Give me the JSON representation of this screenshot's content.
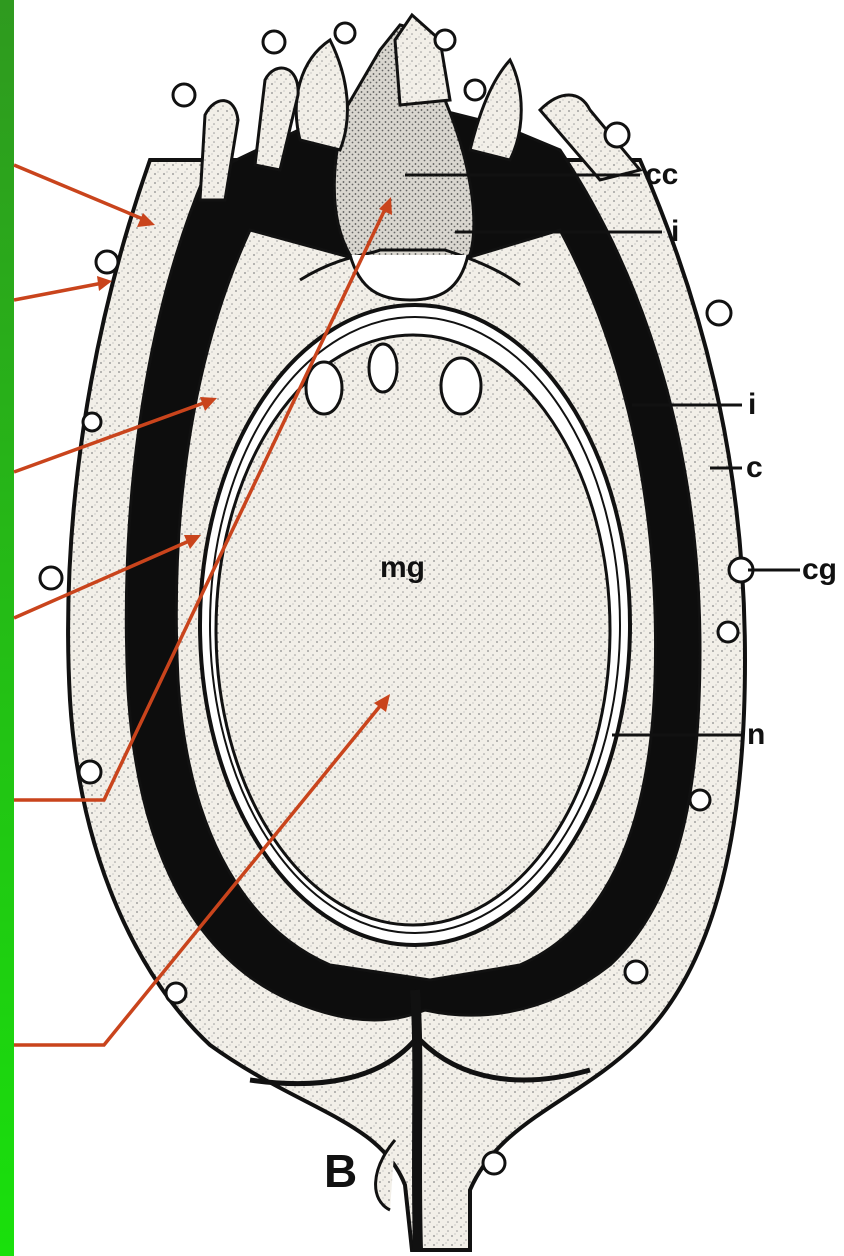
{
  "labels": {
    "cc": "cc",
    "i_inner": "i",
    "i_outer": "i",
    "c": "c",
    "cg": "cg",
    "n": "n",
    "mg": "mg",
    "panel": "B"
  },
  "colors": {
    "accent_bar": "#22c014",
    "arrow": "#c9441c",
    "ink": "#111111",
    "dark_layer": "#0d0d0d",
    "stipple_fill": "#ece9e2"
  }
}
